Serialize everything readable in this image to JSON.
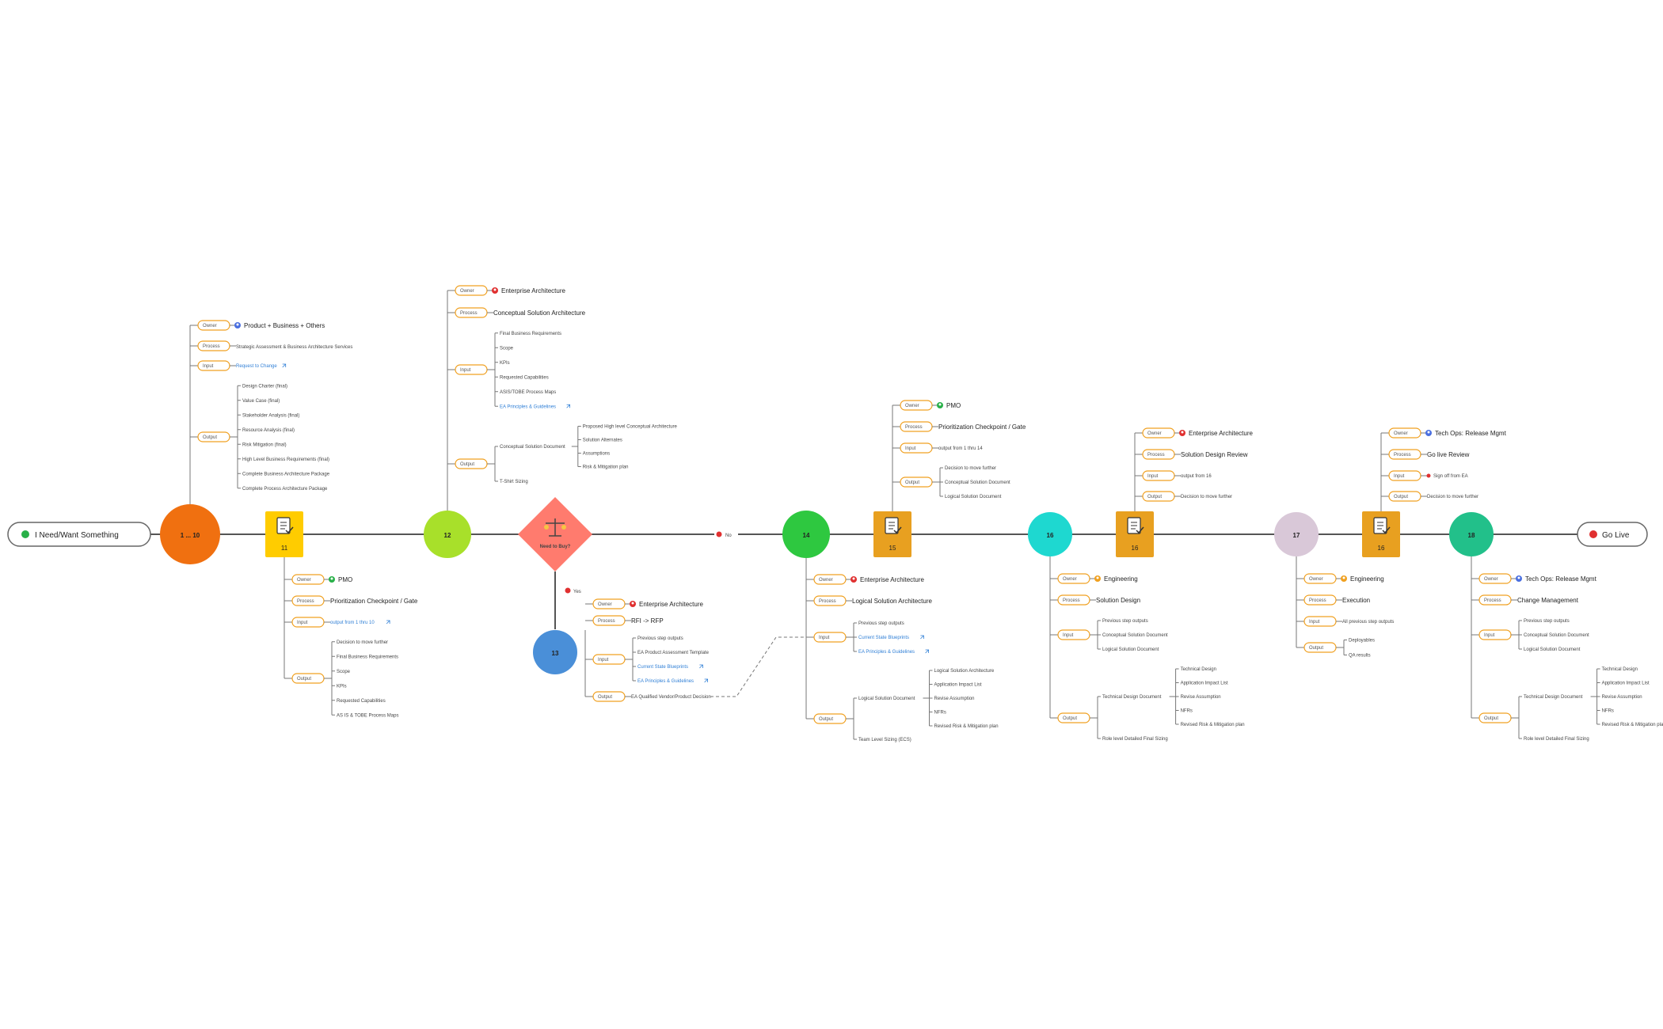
{
  "start_label": "I Need/Want Something",
  "end_label": "Go Live",
  "nodes": [
    {
      "id": "n1",
      "label": "1 ... 10",
      "color": "#f07010"
    },
    {
      "id": "n11",
      "label": "11",
      "color": "#ffcc00",
      "type": "gate"
    },
    {
      "id": "n12",
      "label": "12",
      "color": "#a8e02a"
    },
    {
      "id": "need",
      "label": "Need to Buy?",
      "color": "#ff7b6e",
      "type": "decision"
    },
    {
      "id": "n13",
      "label": "13",
      "color": "#4a8fd8"
    },
    {
      "id": "n14",
      "label": "14",
      "color": "#2ec840"
    },
    {
      "id": "n15",
      "label": "15",
      "color": "#e8a020",
      "type": "gate"
    },
    {
      "id": "n16",
      "label": "16",
      "color": "#1ed8d0"
    },
    {
      "id": "n16g",
      "label": "16",
      "color": "#e8a020",
      "type": "gate"
    },
    {
      "id": "n17",
      "label": "17",
      "color": "#d9c8d8"
    },
    {
      "id": "n16h",
      "label": "16",
      "color": "#e8a020",
      "type": "gate"
    },
    {
      "id": "n18",
      "label": "18",
      "color": "#22c08a"
    }
  ],
  "decision": {
    "no": "No",
    "yes": "Yes"
  },
  "details": {
    "n1": {
      "owner": "Product + Business  + Others",
      "process": "Strategic Assessment & Business Architecture Services",
      "input": "Request to Change",
      "output": [
        "Design Charter (final)",
        "Value Case (final)",
        "Stakeholder Analysis (final)",
        "Resource Analysis (final)",
        "Risk Mitigation (final)",
        "High Level Business Requirements (final)",
        "Complete Business Architecture Package",
        "Complete Process Architecture Package"
      ]
    },
    "n11": {
      "owner": "PMO",
      "process": "Prioritization Checkpoint / Gate",
      "input": "output from 1 thru 10",
      "output": [
        "Decision to move further",
        "Final Business Requirements",
        "Scope",
        "KPIs",
        "Requested Capabilities",
        "AS IS & TOBE Process Maps"
      ]
    },
    "n12": {
      "owner": "Enterprise Architecture",
      "process": "Conceptual Solution Architecture",
      "input": [
        "Final Business Requirements",
        "Scope",
        "KPIs",
        "Requested Capabilities",
        "ASIS/TOBE Process Maps",
        "EA Principles & Guidelines"
      ],
      "output_group": "Conceptual Solution Document",
      "output_sub": [
        "Proposed High level Conceptual  Architecture",
        "Solution Alternates",
        "Assumptions",
        "Risk & Mitigation plan"
      ],
      "output_extra": "T-Shirt Sizing"
    },
    "n13": {
      "owner": "Enterprise Architecture",
      "process": "RFI -> RFP",
      "input": [
        "Previous step outputs",
        "EA Product Assessment Template",
        "Current State Blueprints",
        "EA Principles & Guidelines"
      ],
      "output": "EA Qualified Vendor/Product Decision"
    },
    "n14": {
      "owner": "Enterprise Architecture",
      "process": "Logical Solution Architecture",
      "input": [
        "Previous step outputs",
        "Current State Blueprints",
        "EA Principles & Guidelines"
      ],
      "output_group": "Logical Solution Document",
      "output_sub": [
        "Logical Solution Architecture",
        "Application Impact List",
        "Revise Assumption",
        "NFRs",
        "Revised Risk & Mitigation plan"
      ],
      "output_extra": "Team Level Sizing (ECS)"
    },
    "n15": {
      "owner": "PMO",
      "process": "Prioritization Checkpoint / Gate",
      "input": "output from 1 thru 14",
      "output": [
        "Decision to move further",
        "Conceptual Solution Document",
        "Logical Solution Document"
      ]
    },
    "n16": {
      "owner": "Engineering",
      "process": "Solution Design",
      "input": [
        "Previous step outputs",
        "Conceptual Solution Document",
        "Logical Solution Document"
      ],
      "output_group": "Technical  Design Document",
      "output_sub": [
        "Technical Design",
        "Application Impact List",
        "Revise Assumption",
        "NFRs",
        "Revised Risk & Mitigation plan"
      ],
      "output_extra": "Role level Detailed Final Sizing"
    },
    "n16g": {
      "owner": "Enterprise  Architecture",
      "process": "Solution Design Review",
      "input": "output from 16",
      "output": "Decision to move further"
    },
    "n17": {
      "owner": "Engineering",
      "process": "Execution",
      "input": "All previous step outputs",
      "output": [
        "Deployables",
        "QA results"
      ]
    },
    "n16h": {
      "owner": "Tech Ops: Release Mgmt",
      "process": "Go live Review",
      "input": "Sign off from EA",
      "output": "Decision to move further"
    },
    "n18": {
      "owner": "Tech Ops: Release Mgmt",
      "process": "Change Management",
      "input": [
        "Previous step outputs",
        "Conceptual Solution Document",
        "Logical Solution Document"
      ],
      "output_group": "Technical  Design Document",
      "output_sub": [
        "Technical Design",
        "Application Impact List",
        "Revise Assumption",
        "NFRs",
        "Revised Risk & Mitigation plan"
      ],
      "output_extra": "Role level Detailed Final Sizing"
    }
  },
  "pill_labels": {
    "owner": "Owner",
    "process": "Process",
    "input": "Input",
    "output": "Output"
  },
  "colors": {
    "pill_border": "#f0a020",
    "line": "#555555",
    "link": "#2f7fd6",
    "owner_red": "#e03030",
    "owner_green": "#28b048",
    "owner_orange": "#f0a020",
    "owner_blue": "#4a6fe0"
  }
}
